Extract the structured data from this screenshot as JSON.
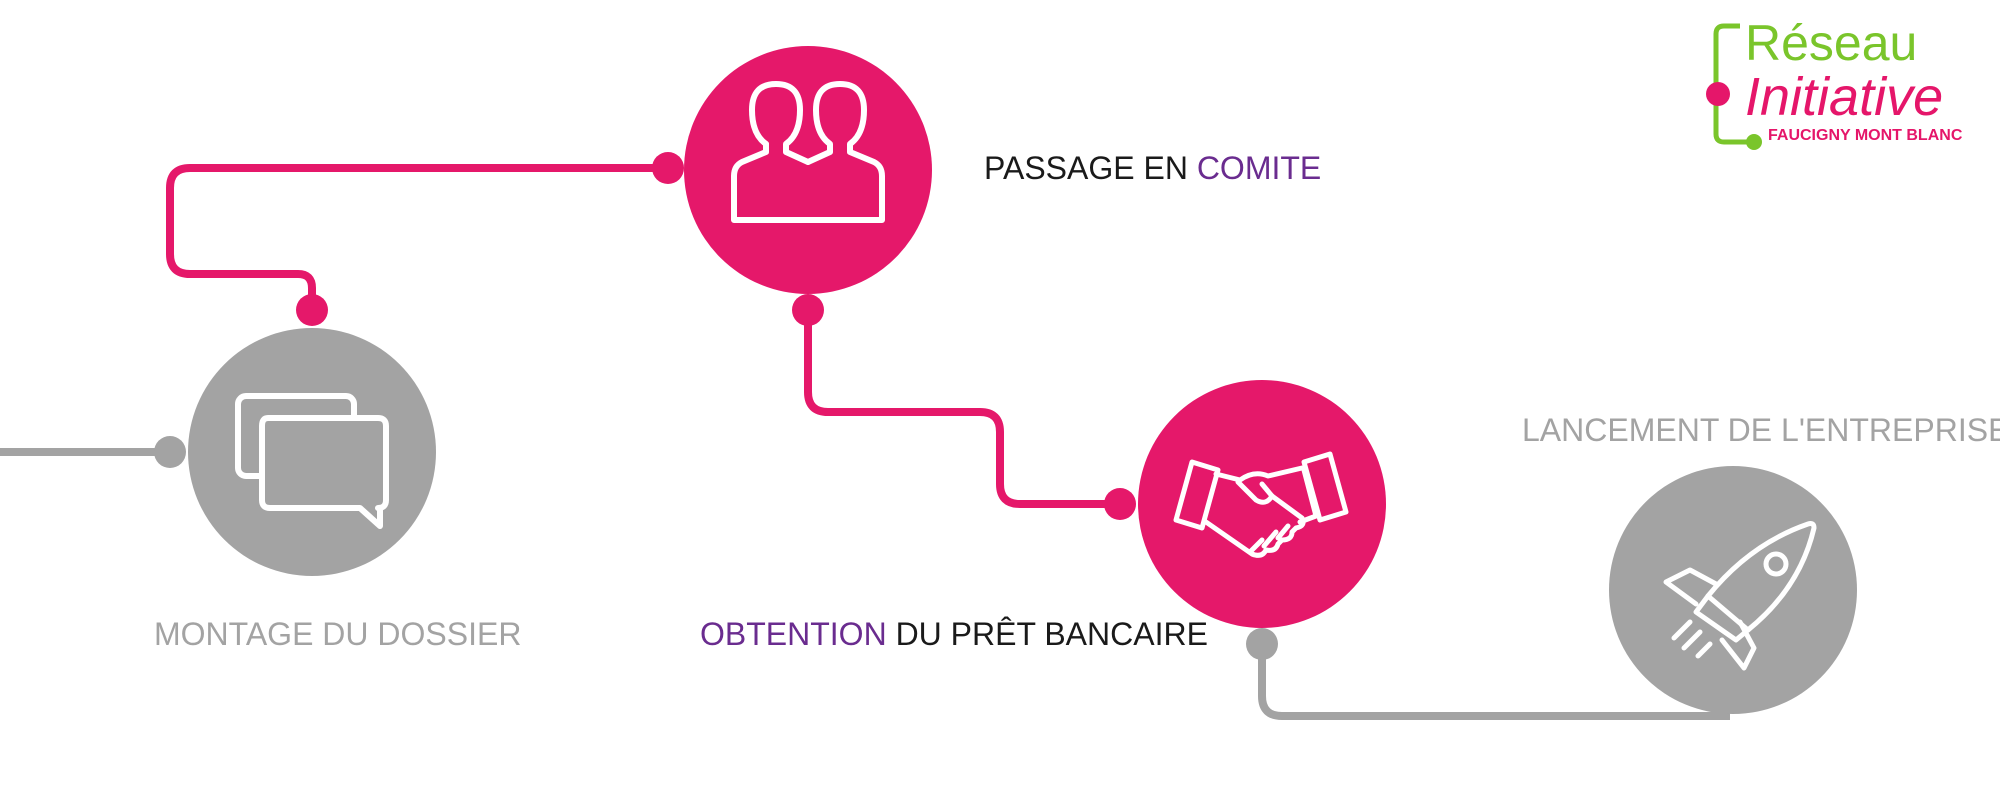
{
  "steps": [
    {
      "label": "MONTAGE DU DOSSIER",
      "icon": "chat-bubbles-icon",
      "color": "#a3a3a3"
    },
    {
      "label_part1": "PASSAGE EN ",
      "label_part2": "COMITE",
      "icon": "committee-people-icon",
      "color": "#e5186a"
    },
    {
      "label_part1": "OBTENTION",
      "label_part2": " DU PRÊT BANCAIRE",
      "icon": "handshake-icon",
      "color": "#e5186a"
    },
    {
      "label": "LANCEMENT DE L'ENTREPRISE",
      "icon": "rocket-icon",
      "color": "#a3a3a3"
    }
  ],
  "logo": {
    "line1": "Réseau",
    "line2": "Initiative",
    "line3": "FAUCIGNY MONT BLANC"
  },
  "colors": {
    "pink": "#e5186a",
    "grey": "#a3a3a3",
    "purple": "#6a2c8f",
    "green": "#7ac52b"
  }
}
